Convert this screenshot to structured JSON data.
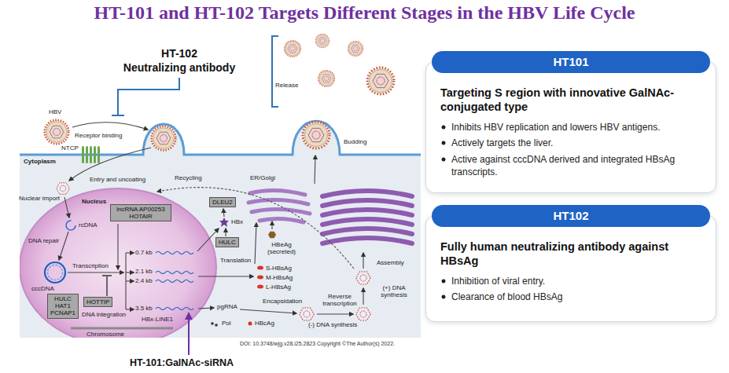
{
  "diagram": {
    "title": "HT-101 and HT-102 Targets Different Stages in the HBV Life Cycle",
    "nodes": [
      {
        "text": [
          "DLEU2"
        ]
      },
      {
        "text": [
          "lncRNA AP00253 HOTAIR"
        ]
      },
      {
        "text": [
          "HULC"
        ]
      },
      {
        "text": [
          "HULC HAT1 PCNAP1"
        ]
      },
      {
        "text": [
          "HOTTIP"
        ]
      },
      {
        "text": [
          "Targeting S region with innovative GalNAc-conjugated type",
          "Inhibits HBV replication and lowers HBV antigens.",
          "Actively targets the liver.",
          "Active against cccDNA derived and integrated HBsAg transcripts."
        ]
      },
      {
        "text": [
          "HT101"
        ],
        "in": 5
      },
      {
        "text": [
          "Fully human neutralizing antibody against HBsAg",
          "Inhibition of viral entry.",
          "Clearance of blood HBsAg"
        ]
      },
      {
        "text": [
          "HT102"
        ],
        "in": 7
      }
    ],
    "labels": [
      "HT-102",
      "Neutralizing antibody",
      "HBV",
      "Receptor binding",
      "NTCP",
      "Cytoplasm",
      "Entry and uncoating",
      "Release",
      "Budding",
      "Recycling",
      "ER/Golgi",
      "Nuclear import",
      "Nucleus",
      "rcDNA",
      "DNA repair",
      "cccDNA",
      "Transcription",
      "0.7 kb",
      "2.1 kb",
      "2.4 kb",
      "3.5 kb",
      "DNA integration",
      "HBx-LINE1",
      "Chromosome",
      "HBx",
      "Translation",
      "S-HBsAg",
      "M-HBsAg",
      "L-HBsAg",
      "HBeAg (secreted)",
      "pgRNA",
      "Pol",
      "HBcAg",
      "Encapsidation",
      "Reverse transcription",
      "(-) DNA synthesis",
      "(+) DNA synthesis",
      "Assembly",
      "HT-101:GalNAc-siRNA",
      "DOI: 10.3748/wjg.v28.i25.2823 Copyright ©The Author(s) 2022."
    ]
  }
}
